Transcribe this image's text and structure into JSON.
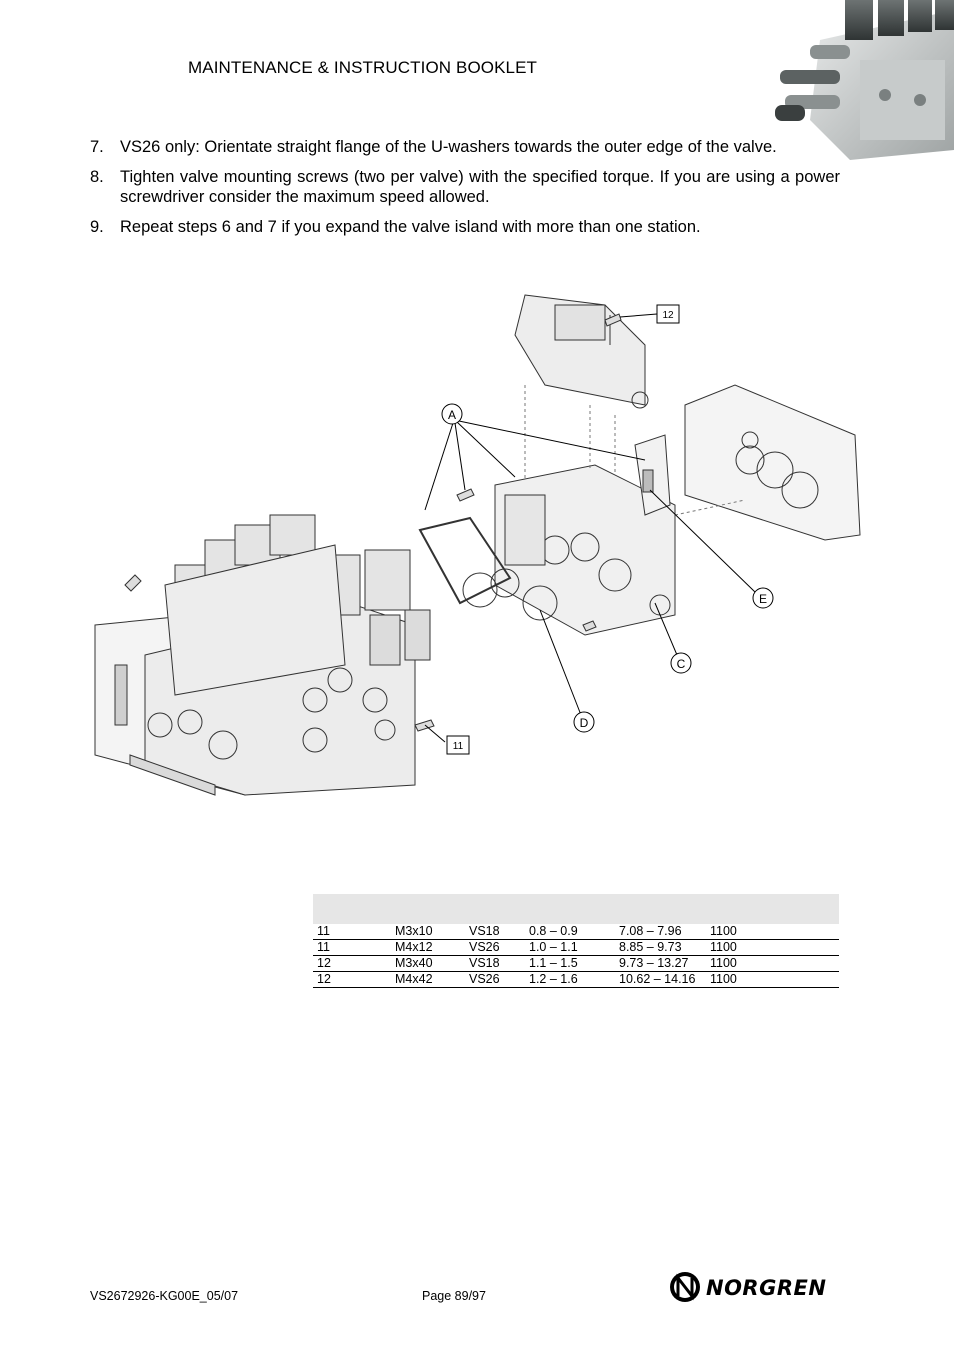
{
  "header": {
    "title": "MAINTENANCE & INSTRUCTION BOOKLET"
  },
  "steps": [
    {
      "num": "7.",
      "text": "VS26 only: Orientate straight flange of the U-washers towards the outer edge of the valve."
    },
    {
      "num": "8.",
      "text": "Tighten valve mounting screws (two per valve) with the specified torque. If you are using a power screwdriver consider the maximum speed allowed."
    },
    {
      "num": "9.",
      "text": "Repeat steps 6 and 7 if you expand the valve island with more than one station."
    }
  ],
  "diagram": {
    "callouts": {
      "a": "A",
      "c": "C",
      "d": "D",
      "e": "E",
      "n11": "11",
      "n12": "12"
    }
  },
  "table": {
    "rows": [
      [
        "11",
        "M3x10",
        "VS18",
        "0.8 – 0.9",
        "7.08 – 7.96",
        "1100"
      ],
      [
        "11",
        "M4x12",
        "VS26",
        "1.0 – 1.1",
        "8.85 – 9.73",
        "1100"
      ],
      [
        "12",
        "M3x40",
        "VS18",
        "1.1 – 1.5",
        "9.73 – 13.27",
        "1100"
      ],
      [
        "12",
        "M4x42",
        "VS26",
        "1.2 – 1.6",
        "10.62 – 14.16",
        "1100"
      ]
    ]
  },
  "footer": {
    "doc_id": "VS2672926-KG00E_05/07",
    "page": "Page 89/97",
    "brand": "NORGREN"
  },
  "icons": {
    "corner": "valve-island-photo-icon",
    "logo": "norgren-logo-icon"
  }
}
